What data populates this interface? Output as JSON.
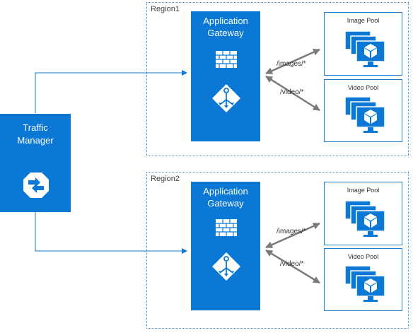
{
  "regions": [
    {
      "label": "Region1",
      "gateway": {
        "title_line1": "Application",
        "title_line2": "Gateway"
      },
      "routes": [
        {
          "path": "/images/*",
          "pool": "Image Pool"
        },
        {
          "path": "/video/*",
          "pool": "Video Pool"
        }
      ]
    },
    {
      "label": "Region2",
      "gateway": {
        "title_line1": "Application",
        "title_line2": "Gateway"
      },
      "routes": [
        {
          "path": "/images/*",
          "pool": "Image Pool"
        },
        {
          "path": "/video/*",
          "pool": "Video Pool"
        }
      ]
    }
  ],
  "traffic_manager": {
    "title_line1": "Traffic",
    "title_line2": "Manager"
  },
  "icons": {
    "traffic_manager": "traffic-manager-icon",
    "firewall": "firewall-icon",
    "routing": "url-routing-icon",
    "pool": "vm-scale-set-icon"
  },
  "colors": {
    "azure_blue": "#0a78d4",
    "arrow": "#7a7a7a",
    "region_border": "#4a90c8"
  }
}
